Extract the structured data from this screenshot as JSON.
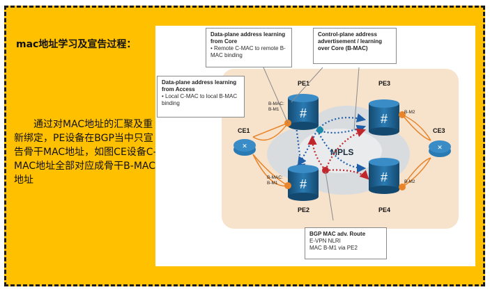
{
  "slide": {
    "heading": "mac地址学习及宣告过程：",
    "body": "通过对MAC地址的汇聚及重新绑定，PE设备在BGP当中只宣告骨干MAC地址，如图CE设备C-MAC地址全部对应成骨干B-MAC地址"
  },
  "diagram": {
    "callouts": {
      "core_dp": {
        "title": "Data-plane address learning from Core",
        "text": "• Remote C-MAC to remote B-MAC binding"
      },
      "cp": {
        "title": "Control-plane address advertisement / learning over Core (B-MAC)",
        "text": ""
      },
      "access_dp": {
        "title": "Data-plane address learning from Access",
        "text": "• Local C-MAC to local B-MAC binding"
      },
      "bgp": {
        "title": "BGP MAC adv. Route",
        "line1": "E-VPN NLRI",
        "line2": "MAC B-M1 via PE2"
      }
    },
    "nodes": {
      "pe1": "PE1",
      "pe2": "PE2",
      "pe3": "PE3",
      "pe4": "PE4",
      "ce1": "CE1",
      "ce3": "CE3"
    },
    "cloud_label": "MPLS",
    "bmac_labels": {
      "pe1": "B-MAC:\nB-M1",
      "pe2": "B-MAC:\nB-M1",
      "pe3": "B-M2",
      "pe4": "B-M2"
    },
    "colors": {
      "slide_bg": "#ffc000",
      "region": "#f7e2cc",
      "router": "#1e5f94",
      "port": "#e8842a",
      "blue_path": "#1f5fa8",
      "red_path": "#c0272d"
    }
  }
}
